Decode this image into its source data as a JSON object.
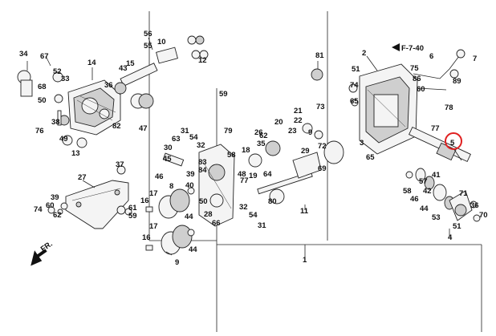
{
  "diagram": {
    "callout_ref": "F-7-40",
    "fr_label": "FR.",
    "highlight_color": "#e02020",
    "highlighted_part": "5",
    "labels": {
      "p34": "34",
      "p67": "67",
      "p14": "14",
      "p52": "52",
      "p33": "33",
      "p68": "68",
      "p50": "50",
      "p76": "76",
      "p38": "38",
      "p49": "49",
      "p13": "13",
      "p56": "56",
      "p10": "10",
      "p55": "55",
      "p12": "12",
      "p43": "43",
      "p15": "15",
      "p36": "36",
      "p82": "82",
      "p47": "47",
      "p81": "81",
      "p59a": "59",
      "p79": "79",
      "p58": "58",
      "p31": "31",
      "p63": "63",
      "p54a": "54",
      "p30": "30",
      "p32": "32",
      "p45": "45",
      "p46a": "46",
      "p83": "83",
      "p84": "84",
      "p40": "40",
      "p39a": "39",
      "p50b": "50",
      "p28": "28",
      "p66": "66",
      "p77": "77",
      "p26": "26",
      "p20": "20",
      "p21": "21",
      "p73": "73",
      "p22": "22",
      "p23": "23",
      "p9a": "9",
      "p18": "18",
      "p48": "48",
      "p19": "19",
      "p62": "62",
      "p35": "35",
      "p64": "64",
      "p29": "29",
      "p69": "69",
      "p72": "72",
      "p32b": "32",
      "p54b": "54",
      "p80": "80",
      "p31b": "31",
      "p11": "11",
      "p2": "2",
      "p51": "51",
      "p74": "74",
      "p65a": "65",
      "p3": "3",
      "p65b": "65",
      "p75": "75",
      "p86": "86",
      "p6": "6",
      "p7": "7",
      "p89": "89",
      "p60a": "60",
      "p78": "78",
      "p77b": "77",
      "p5": "5",
      "p41": "41",
      "p57": "57",
      "p58b": "58",
      "p42": "42",
      "p46b": "46",
      "p53": "53",
      "p44a": "44",
      "p71": "71",
      "p36b": "36",
      "p70": "70",
      "p51b": "51",
      "p4": "4",
      "p27": "27",
      "p37": "37",
      "p39": "39",
      "p60": "60",
      "p62b": "62",
      "p74b": "74",
      "p61": "61",
      "p59b": "59",
      "p16": "16",
      "p17": "17",
      "p8": "8",
      "p44b": "44",
      "p16b": "16",
      "p17b": "17",
      "p9": "9",
      "p44c": "44",
      "p1": "1"
    }
  }
}
